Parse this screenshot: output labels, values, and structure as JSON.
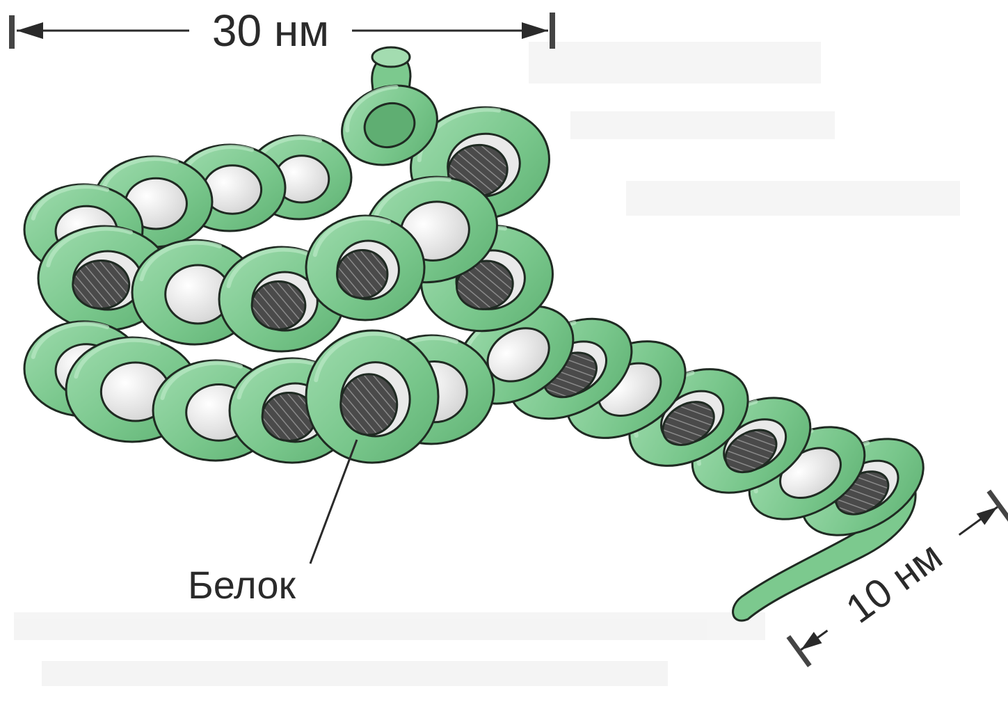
{
  "diagram": {
    "labels": {
      "width_top": "30 нм",
      "width_fiber": "10 нм",
      "protein": "Белок"
    },
    "colors": {
      "dna_fill": "#7cc98e",
      "dna_light": "#a3dcb0",
      "outline": "#1f2a22",
      "histone_dark": "#4b4b4b",
      "histone_light": "#f2f2f2",
      "background": "#ffffff"
    },
    "parts": [
      "chromatin-fiber-30nm",
      "nucleosome-fiber-10nm",
      "histone-core"
    ]
  }
}
